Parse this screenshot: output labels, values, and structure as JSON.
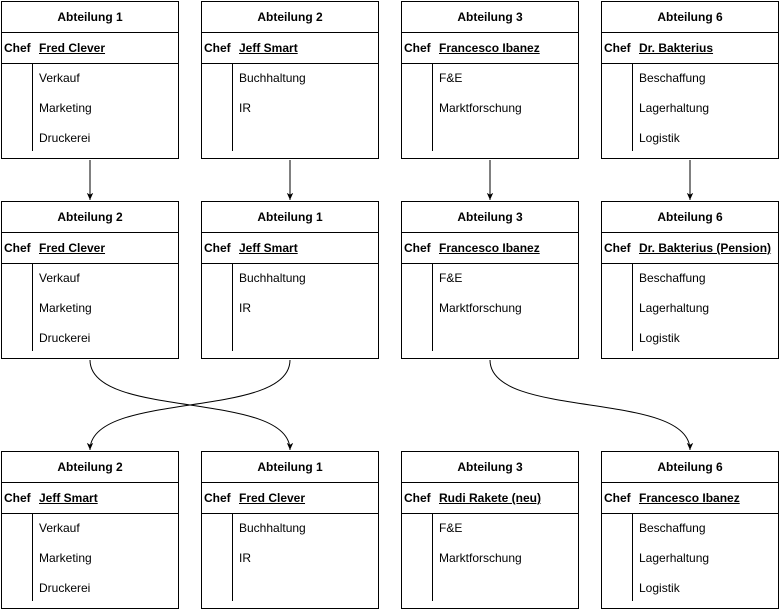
{
  "chef_label": "Chef",
  "rows": [
    [
      {
        "title": "Abteilung 1",
        "chef": "Fred Clever",
        "items": [
          "Verkauf",
          "Marketing",
          "Druckerei"
        ]
      },
      {
        "title": "Abteilung 2",
        "chef": "Jeff Smart",
        "items": [
          "Buchhaltung",
          "IR"
        ]
      },
      {
        "title": "Abteilung 3",
        "chef": "Francesco Ibanez",
        "items": [
          "F&E",
          "Marktforschung"
        ]
      },
      {
        "title": "Abteilung 6",
        "chef": "Dr. Bakterius",
        "items": [
          "Beschaffung",
          "Lagerhaltung",
          "Logistik"
        ]
      }
    ],
    [
      {
        "title": "Abteilung 2",
        "chef": "Fred Clever",
        "items": [
          "Verkauf",
          "Marketing",
          "Druckerei"
        ]
      },
      {
        "title": "Abteilung 1",
        "chef": "Jeff Smart",
        "items": [
          "Buchhaltung",
          "IR"
        ]
      },
      {
        "title": "Abteilung 3",
        "chef": "Francesco Ibanez",
        "items": [
          "F&E",
          "Marktforschung"
        ]
      },
      {
        "title": "Abteilung 6",
        "chef": "Dr. Bakterius (Pension)",
        "items": [
          "Beschaffung",
          "Lagerhaltung",
          "Logistik"
        ]
      }
    ],
    [
      {
        "title": "Abteilung 2",
        "chef": "Jeff Smart",
        "items": [
          "Verkauf",
          "Marketing",
          "Druckerei"
        ]
      },
      {
        "title": "Abteilung 1",
        "chef": "Fred Clever",
        "items": [
          "Buchhaltung",
          "IR"
        ]
      },
      {
        "title": "Abteilung 3",
        "chef": "Rudi Rakete (neu)",
        "items": [
          "F&E",
          "Marktforschung"
        ]
      },
      {
        "title": "Abteilung 6",
        "chef": "Francesco Ibanez",
        "items": [
          "Beschaffung",
          "Lagerhaltung",
          "Logistik"
        ]
      }
    ]
  ],
  "connections": [
    {
      "from": "r0c0",
      "to": "r1c0"
    },
    {
      "from": "r0c1",
      "to": "r1c1"
    },
    {
      "from": "r0c2",
      "to": "r1c2"
    },
    {
      "from": "r0c3",
      "to": "r1c3"
    },
    {
      "from": "r1c0",
      "to": "r2c1"
    },
    {
      "from": "r1c1",
      "to": "r2c0"
    },
    {
      "from": "r1c2",
      "to": "r2c3"
    }
  ]
}
